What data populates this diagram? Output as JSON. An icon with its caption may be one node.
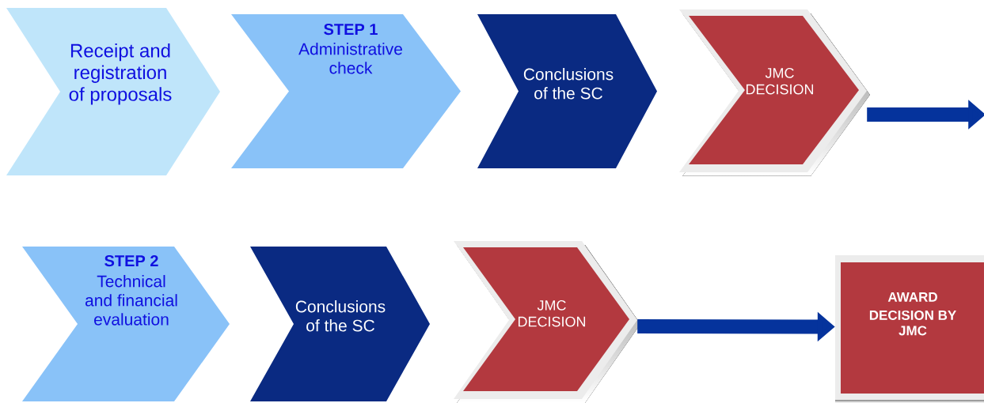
{
  "diagram": {
    "nodes": [
      {
        "text": [
          "Receipt and registration of proposals"
        ]
      },
      {
        "text": [
          "STEP 1",
          "Administrative check"
        ]
      },
      {
        "text": [
          "Conclusions of the SC"
        ]
      },
      {
        "text": [
          "JMC DECISION"
        ]
      },
      {
        "text": [
          "STEP 2",
          "Technical and financial evaluation"
        ]
      },
      {
        "text": [
          "Conclusions of the SC"
        ]
      },
      {
        "text": [
          "JMC DECISION"
        ]
      },
      {
        "text": [
          "AWARD",
          "DECISION BY JMC"
        ]
      }
    ],
    "edges": [
      {
        "from": 3,
        "to": null,
        "arrow": "to"
      },
      {
        "from": 6,
        "to": 7,
        "arrow": "to"
      }
    ]
  }
}
